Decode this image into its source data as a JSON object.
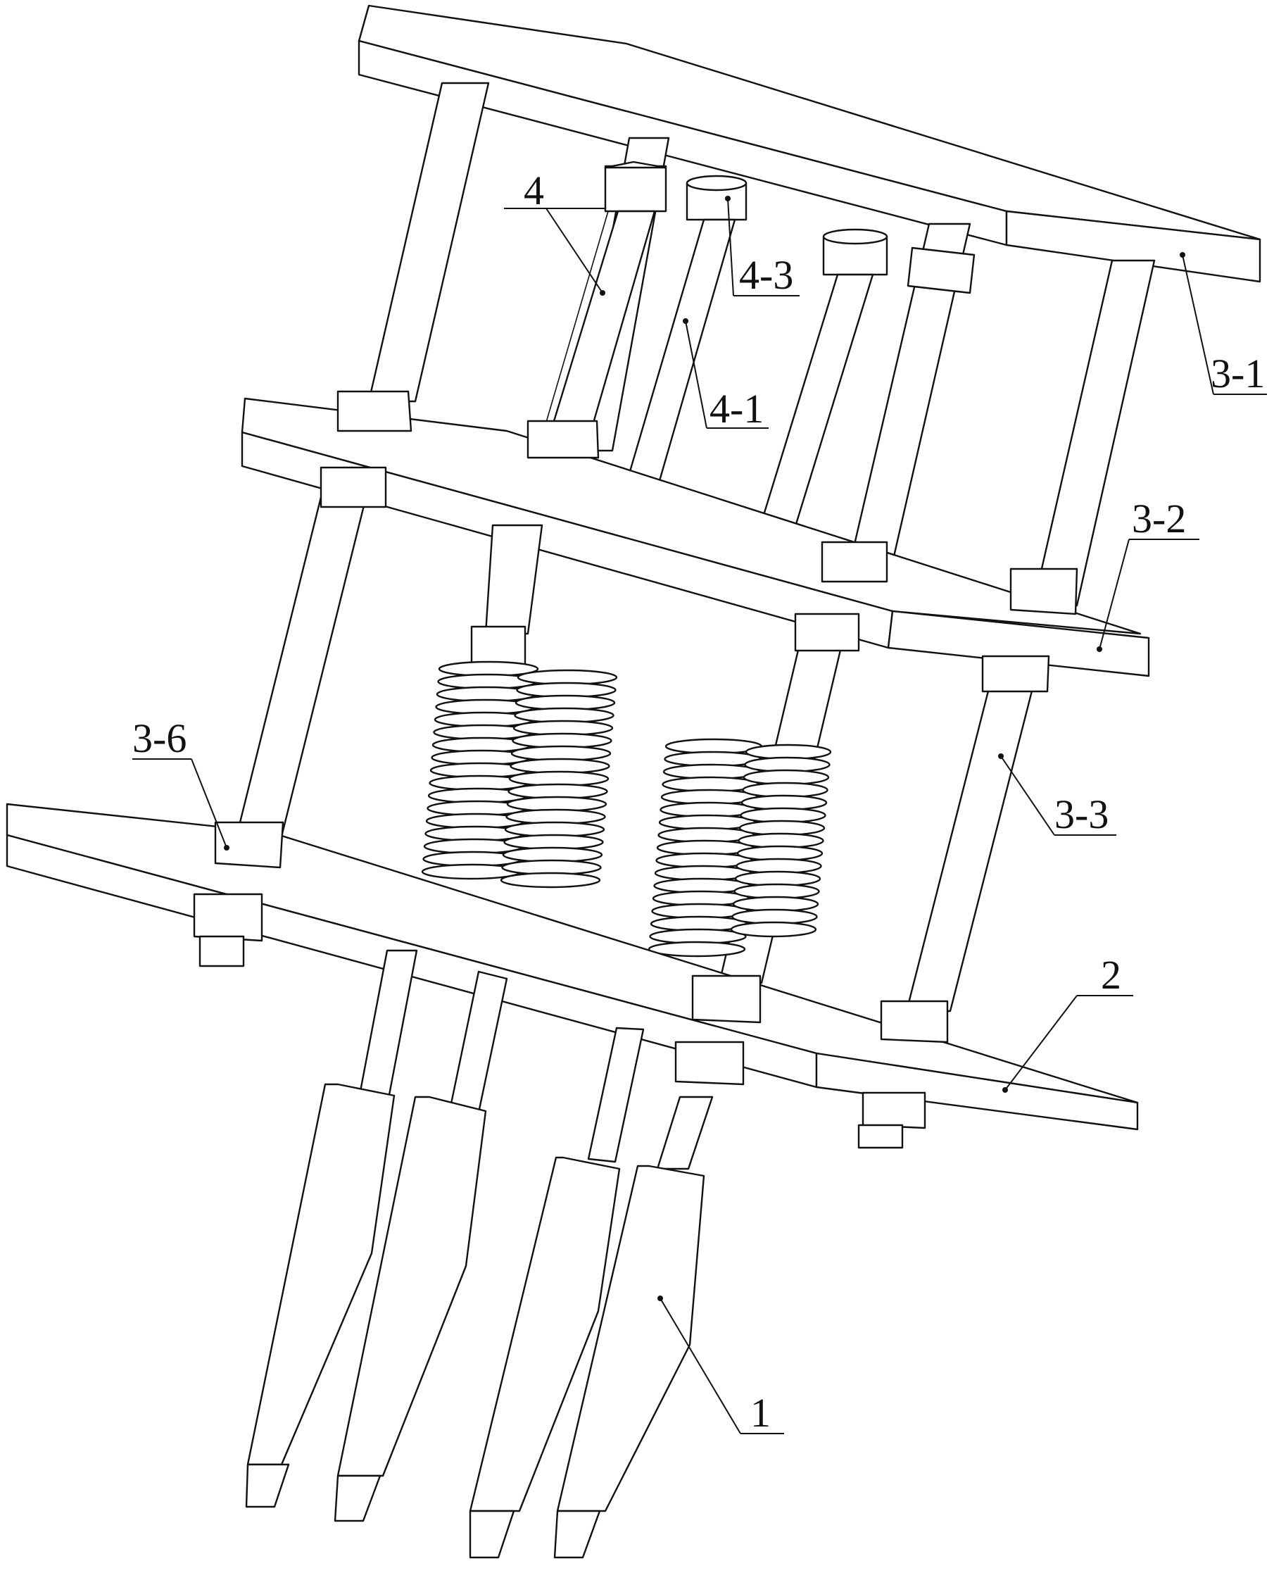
{
  "labels": {
    "part_4": "4",
    "part_4_3": "4-3",
    "part_4_1": "4-1",
    "part_3_1": "3-1",
    "part_3_2": "3-2",
    "part_3_6": "3-6",
    "part_3_3": "3-3",
    "part_2": "2",
    "part_1": "1"
  }
}
